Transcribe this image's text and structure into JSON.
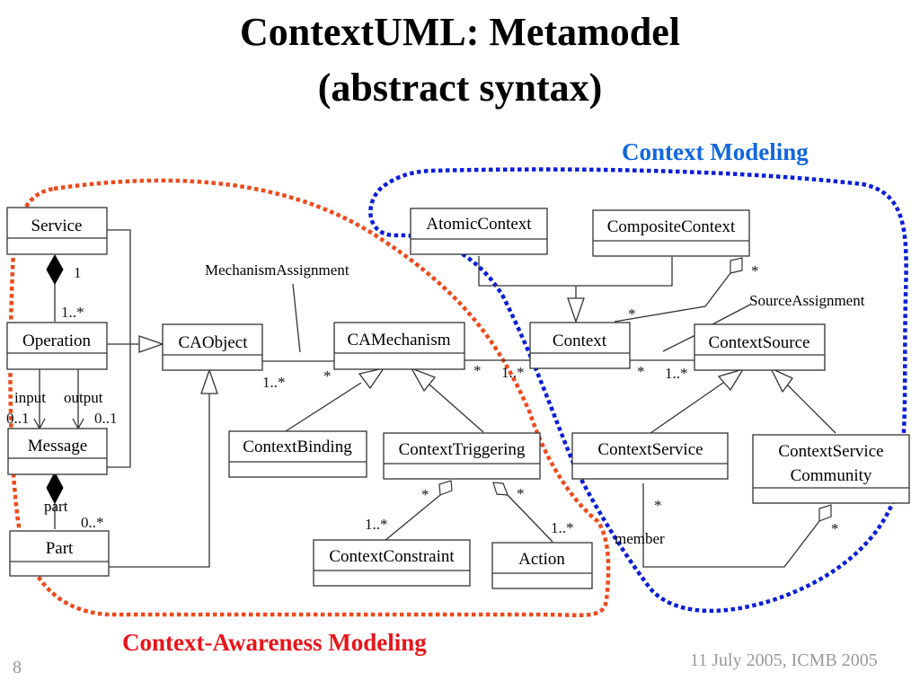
{
  "slide": {
    "title_line1": "ContextUML: Metamodel",
    "title_line2": "(abstract syntax)",
    "page_number": "8",
    "footer": "11 July 2005, ICMB 2005"
  },
  "regions": {
    "context_modeling": {
      "label": "Context Modeling",
      "color": "#1166dd",
      "outline_color": "#0a1ed8"
    },
    "context_awareness_modeling": {
      "label": "Context-Awareness Modeling",
      "color": "#e8141a",
      "outline_color": "#ee4a1c"
    }
  },
  "classes": {
    "service": "Service",
    "operation": "Operation",
    "message": "Message",
    "part": "Part",
    "caobject": "CAObject",
    "camechanism": "CAMechanism",
    "context_binding": "ContextBinding",
    "context_triggering": "ContextTriggering",
    "context_constraint": "ContextConstraint",
    "action": "Action",
    "atomic_context": "AtomicContext",
    "composite_context": "CompositeContext",
    "context": "Context",
    "context_source": "ContextSource",
    "context_service": "ContextService",
    "context_service_community_l1": "ContextService",
    "context_service_community_l2": "Community"
  },
  "associations": {
    "mechanism_assignment": "MechanismAssignment",
    "source_assignment": "SourceAssignment",
    "input": "input",
    "output": "output",
    "part": "part",
    "member": "member"
  },
  "multiplicities": {
    "service_operation_service_end": "1",
    "service_operation_operation_end": "1..*",
    "input_end": "0..1",
    "output_end": "0..1",
    "part_end": "0..*",
    "caobject_end": "1..*",
    "camechanism_end_left": "*",
    "camechanism_end_right": "*",
    "context_end_left": "1..*",
    "constraint_whole": "*",
    "constraint_part": "1..*",
    "action_whole": "*",
    "action_part": "1..*",
    "composite_whole": "*",
    "composite_part": "*",
    "context_end_right": "*",
    "contextsource_end": "1..*",
    "member_end": "*",
    "community_whole": "*"
  }
}
